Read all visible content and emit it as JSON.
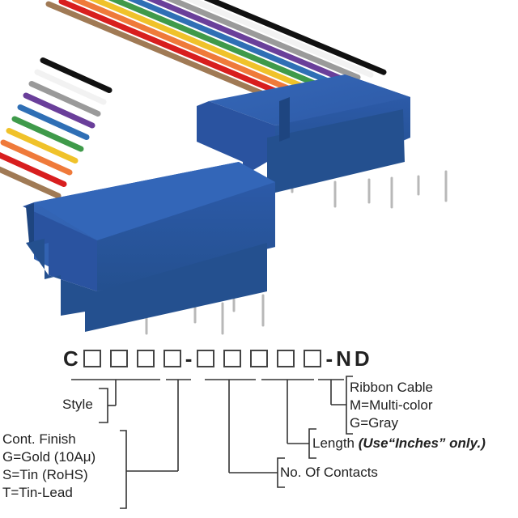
{
  "figure": {
    "subject": "ribbon-cable-assembly-two-connectors",
    "cable_wire_colors": [
      "#a07a55",
      "#d81e1e",
      "#ef7a3a",
      "#f0c22a",
      "#3f9a4a",
      "#2f6fb5",
      "#6a3f9a",
      "#9a9a9a",
      "#f2f2f2",
      "#111111"
    ],
    "connector_color": "#2f5fb0"
  },
  "part_number": {
    "prefix": "C",
    "group1_boxes": 4,
    "separator1": "-",
    "group2_boxes": 5,
    "suffix": "-ND"
  },
  "labels": {
    "style": "Style",
    "cont_finish": {
      "title": "Cont. Finish",
      "options": [
        "G=Gold (10Aμ)",
        "S=Tin (RoHS)",
        "T=Tin-Lead"
      ]
    },
    "no_of_contacts": "No. Of Contacts",
    "length": {
      "title": "Length",
      "note": "(Use“Inches” only.)"
    },
    "ribbon_cable": {
      "title": "Ribbon Cable",
      "options": [
        "M=Multi-color",
        "G=Gray"
      ]
    }
  }
}
